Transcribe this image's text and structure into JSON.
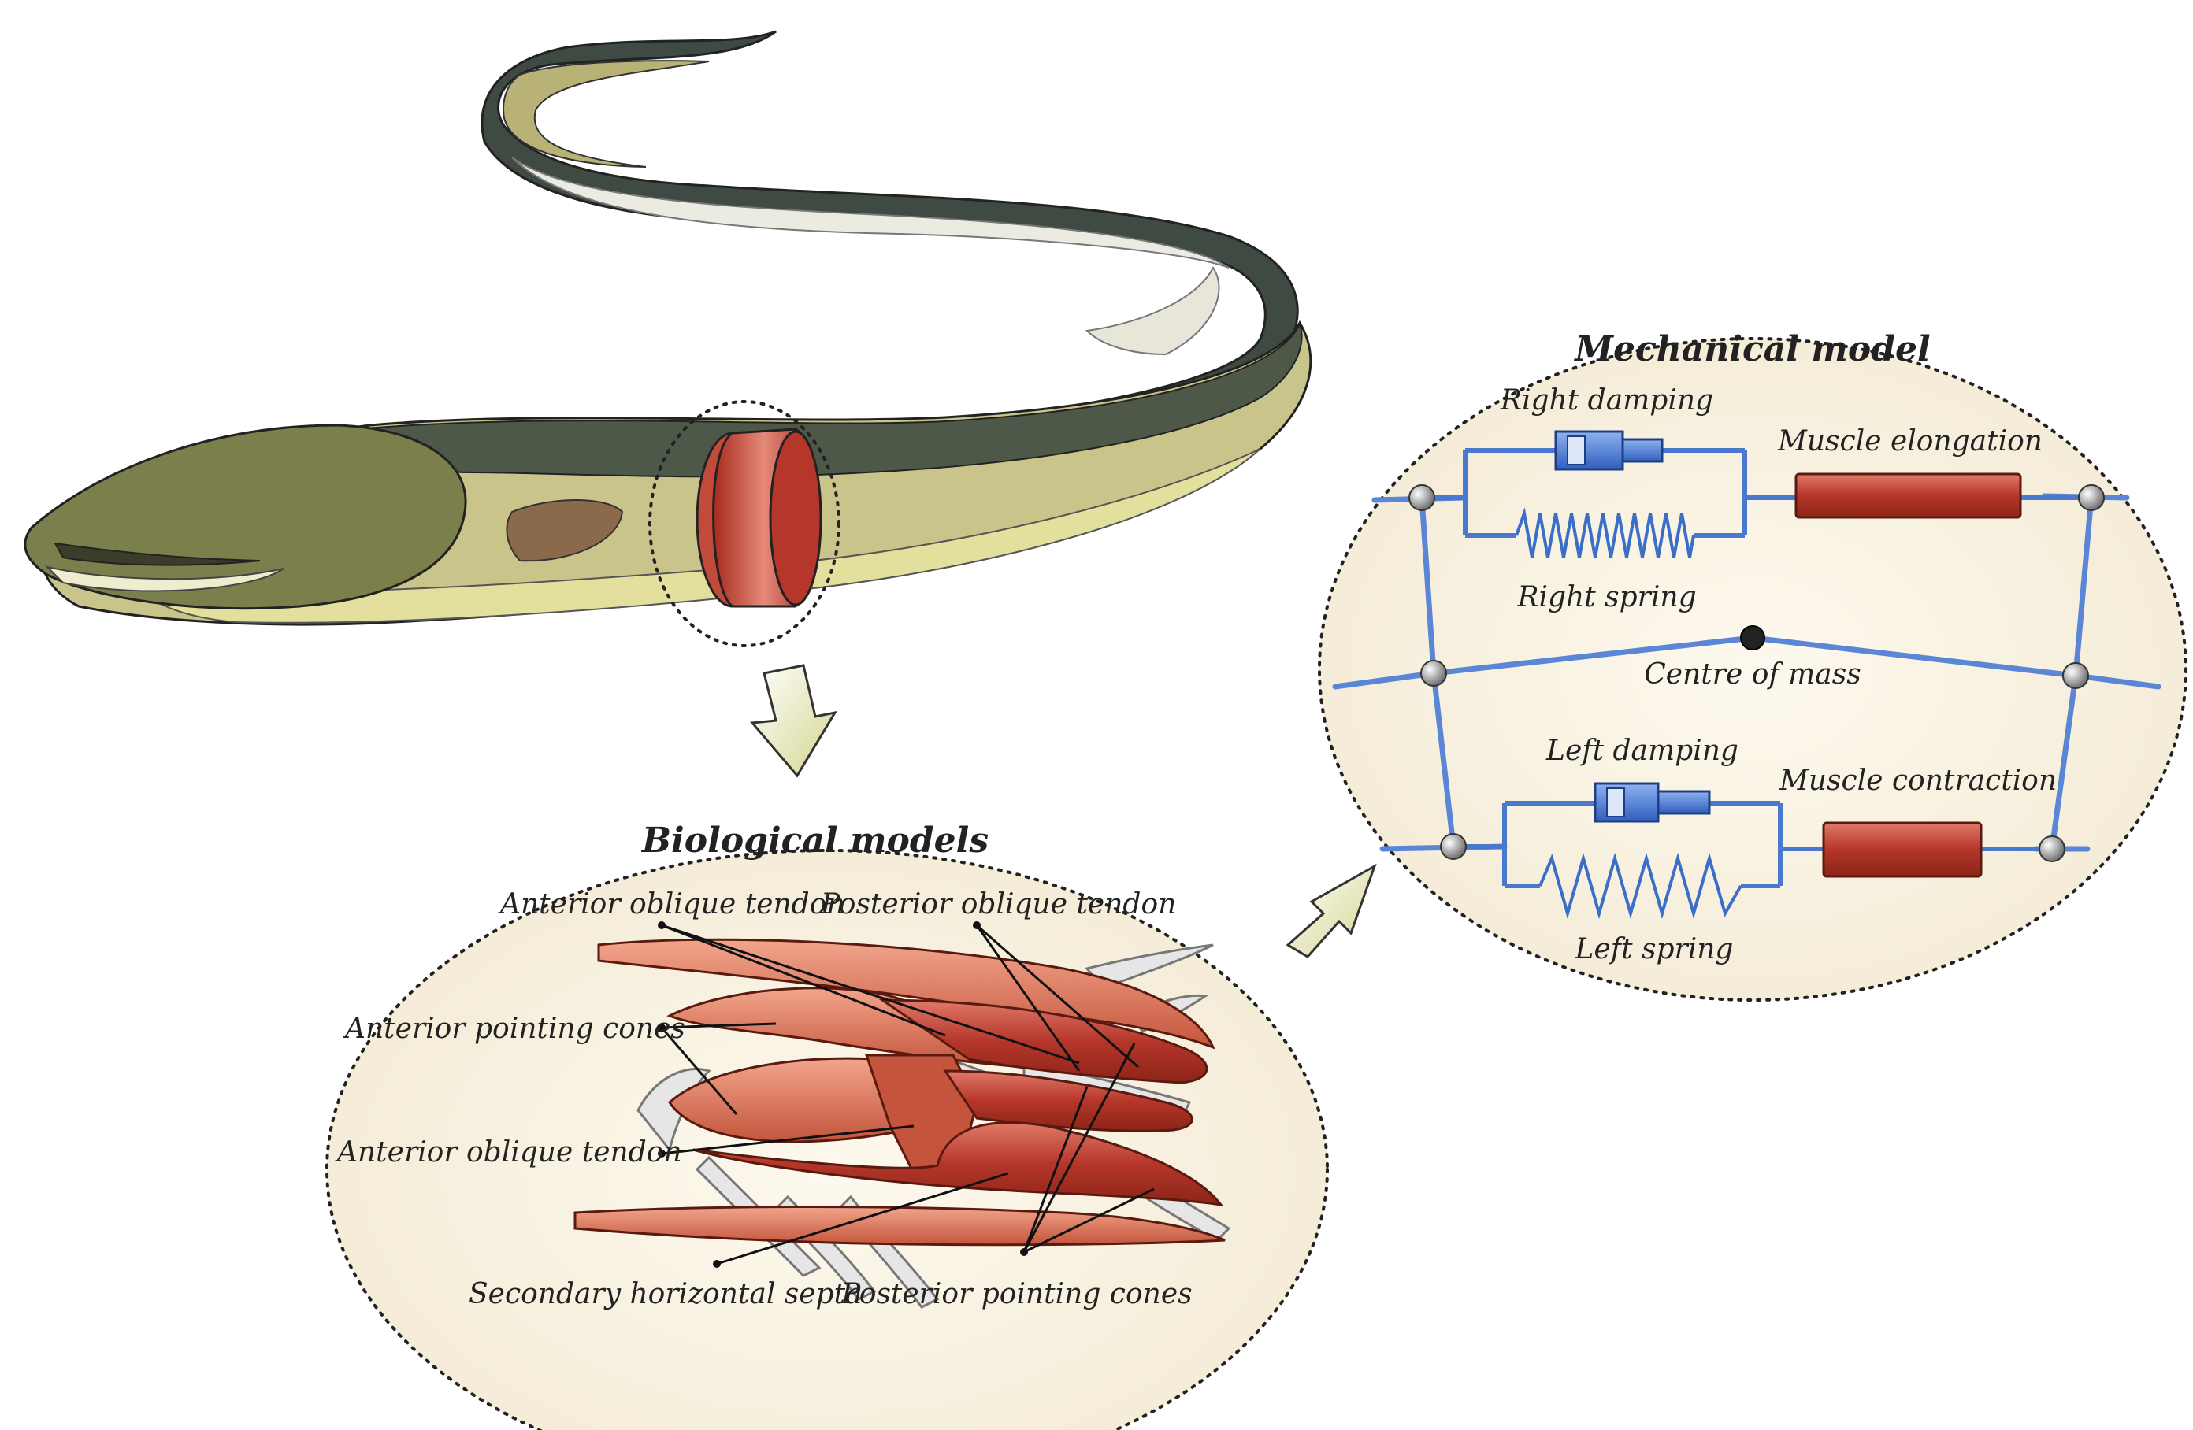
{
  "biological": {
    "title": "Biological models",
    "labels": {
      "anterior_oblique_tendon_top": "Anterior oblique tendon",
      "posterior_oblique_tendon": "Posterior oblique tendon",
      "anterior_pointing_cones": "Anterior pointing cones",
      "anterior_oblique_tendon_mid": "Anterior oblique tendon",
      "secondary_horizontal_septa": "Secondary horizontal septa",
      "posterior_pointing_cones": "Posterior pointing cones"
    }
  },
  "mechanical": {
    "title": "Mechanical model",
    "labels": {
      "right_damping": "Right damping",
      "right_spring": "Right spring",
      "muscle_elongation": "Muscle elongation",
      "centre_of_mass": "Centre of mass",
      "left_damping": "Left damping",
      "left_spring": "Left spring",
      "muscle_contraction": "Muscle contraction"
    }
  },
  "colors": {
    "eel_dark": "#3f4a42",
    "eel_body": "#c9c48a",
    "eel_head": "#7b7f4b",
    "muscle": "#b5362a",
    "spring": "#3a6ec9",
    "arrow": "#dfe0a8"
  }
}
